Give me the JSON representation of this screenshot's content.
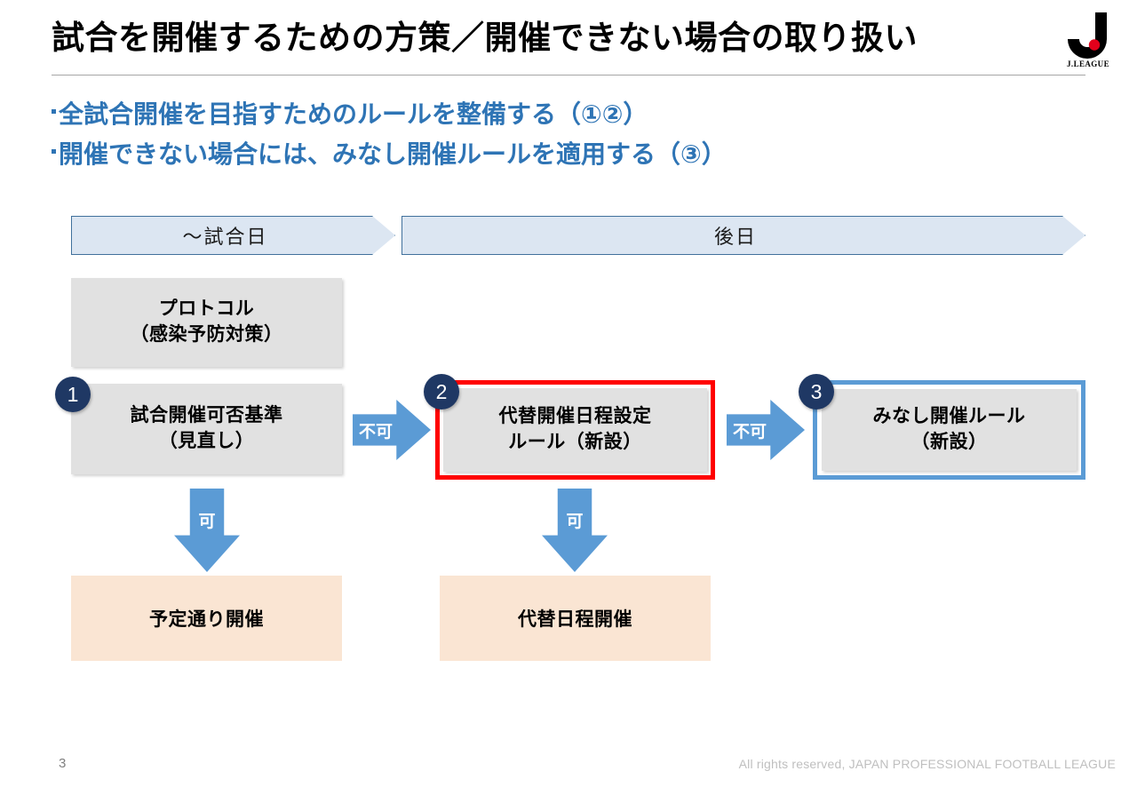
{
  "slide": {
    "title": "試合を開催するための方策／開催できない場合の取り扱い",
    "page_number": "3",
    "copyright": "All rights reserved, JAPAN PROFESSIONAL FOOTBALL LEAGUE",
    "logo_name": "J.LEAGUE",
    "logo_wordmark": "J.LEAGUE"
  },
  "bullets": [
    "全試合開催を目指すためのルールを整備する（①②）",
    "開催できない場合には、みなし開催ルールを適用する（③）"
  ],
  "phases": [
    {
      "label": "〜試合日"
    },
    {
      "label": "後日"
    }
  ],
  "flow": {
    "protocol": {
      "line1": "プロトコル",
      "line2": "（感染予防対策）"
    },
    "criteria": {
      "number": "1",
      "line1": "試合開催可否基準",
      "line2": "（見直し）"
    },
    "reschedule": {
      "number": "2",
      "line1": "代替開催日程設定",
      "line2": "ルール（新設）"
    },
    "deemed": {
      "number": "3",
      "line1": "みなし開催ルール",
      "line2": "（新設）"
    },
    "as_planned": {
      "label": "予定通り開催"
    },
    "alt_date": {
      "label": "代替日程開催"
    }
  },
  "arrows": {
    "right_1": {
      "label": "不可"
    },
    "right_2": {
      "label": "不可"
    },
    "down_1": {
      "label": "可"
    },
    "down_2": {
      "label": "可"
    }
  },
  "colors": {
    "accent_blue": "#5b9bd5",
    "bullet_blue": "#2e74b5",
    "banner_fill": "#dce6f2",
    "banner_border": "#41719c",
    "box_gray": "#e1e1e1",
    "box_peach": "#fae5d3",
    "highlight_red": "#ff0000",
    "circle_navy": "#1f3864"
  }
}
